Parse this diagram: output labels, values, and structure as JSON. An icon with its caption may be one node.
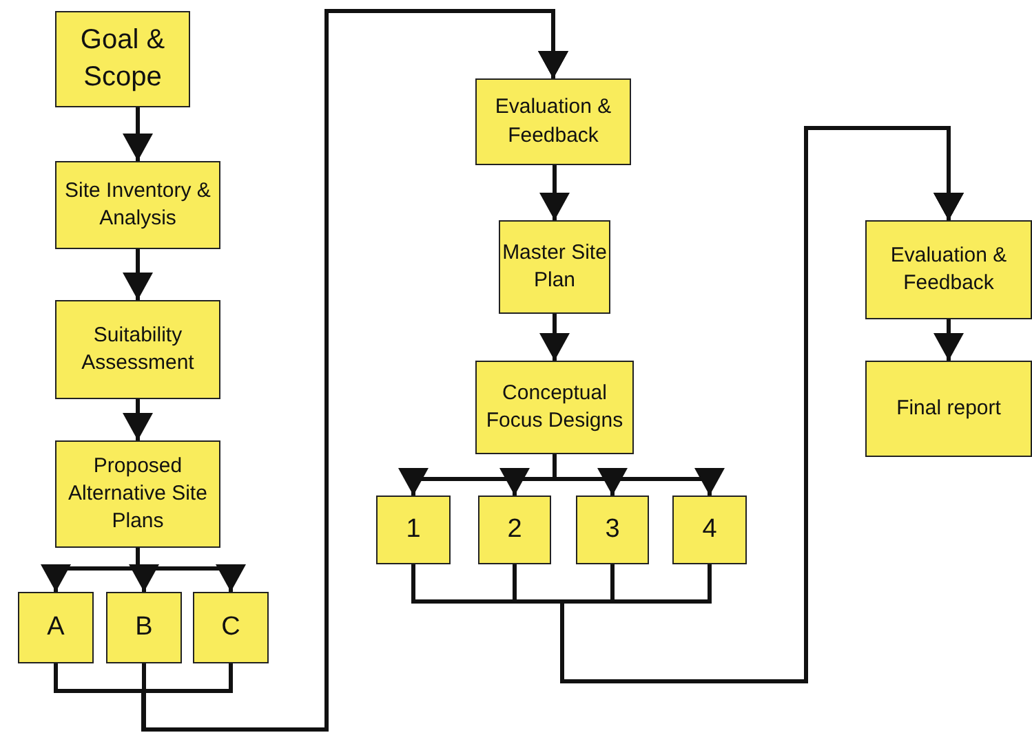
{
  "diagram": {
    "nodes": [
      {
        "text": [
          "Goal & Scope"
        ]
      },
      {
        "text": [
          "Site Inventory & Analysis"
        ]
      },
      {
        "text": [
          "Suitability Assessment"
        ]
      },
      {
        "text": [
          "Proposed Alternative Site Plans"
        ]
      },
      {
        "text": [
          "A"
        ]
      },
      {
        "text": [
          "B"
        ]
      },
      {
        "text": [
          "C"
        ]
      },
      {
        "text": [
          "Evaluation & Feedback"
        ]
      },
      {
        "text": [
          "Master Site Plan"
        ]
      },
      {
        "text": [
          "Conceptual Focus Designs"
        ]
      },
      {
        "text": [
          "1"
        ]
      },
      {
        "text": [
          "2"
        ]
      },
      {
        "text": [
          "3"
        ]
      },
      {
        "text": [
          "4"
        ]
      },
      {
        "text": [
          "Evaluation & Feedback"
        ]
      },
      {
        "text": [
          "Final report"
        ]
      }
    ],
    "edges": [
      {
        "from": 0,
        "to": 1,
        "arrow": "to"
      },
      {
        "from": 1,
        "to": 2,
        "arrow": "to"
      },
      {
        "from": 2,
        "to": 3,
        "arrow": "to"
      },
      {
        "from": 3,
        "to": 4,
        "arrow": "to"
      },
      {
        "from": 3,
        "to": 5,
        "arrow": "to"
      },
      {
        "from": 3,
        "to": 6,
        "arrow": "to"
      },
      {
        "from": 4,
        "to": 7,
        "arrow": "to"
      },
      {
        "from": 5,
        "to": 7,
        "arrow": "to"
      },
      {
        "from": 6,
        "to": 7,
        "arrow": "to"
      },
      {
        "from": 7,
        "to": 8,
        "arrow": "to"
      },
      {
        "from": 8,
        "to": 9,
        "arrow": "to"
      },
      {
        "from": 9,
        "to": 10,
        "arrow": "to"
      },
      {
        "from": 9,
        "to": 11,
        "arrow": "to"
      },
      {
        "from": 9,
        "to": 12,
        "arrow": "to"
      },
      {
        "from": 9,
        "to": 13,
        "arrow": "to"
      },
      {
        "from": 10,
        "to": 14,
        "arrow": "to"
      },
      {
        "from": 11,
        "to": 14,
        "arrow": "to"
      },
      {
        "from": 12,
        "to": 14,
        "arrow": "to"
      },
      {
        "from": 13,
        "to": 14,
        "arrow": "to"
      },
      {
        "from": 14,
        "to": 15,
        "arrow": "to"
      }
    ]
  }
}
